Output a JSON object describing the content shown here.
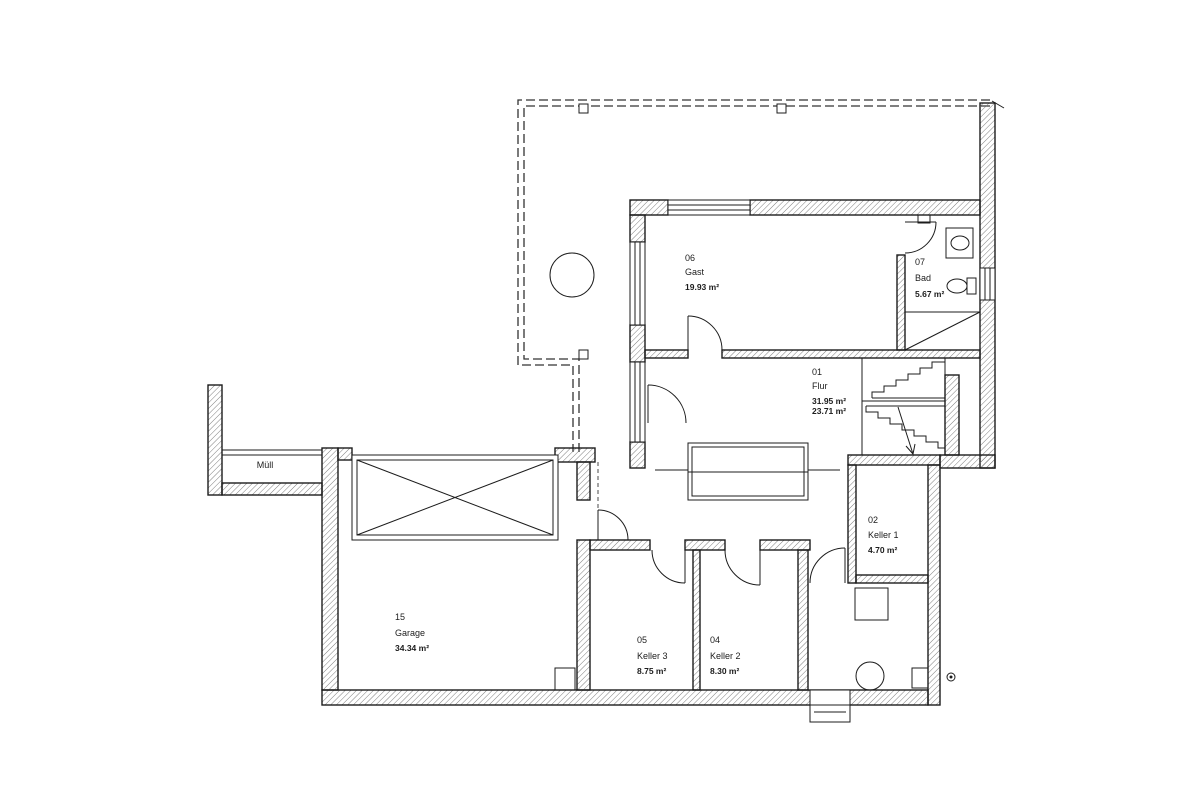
{
  "storage": {
    "label": "Müll"
  },
  "rooms": [
    {
      "number": "06",
      "name": "Gast",
      "area": "19.93 m²"
    },
    {
      "number": "07",
      "name": "Bad",
      "area": "5.67 m²"
    },
    {
      "number": "01",
      "name": "Flur",
      "area": "31.95 m²",
      "area_2": "23.71 m²"
    },
    {
      "number": "02",
      "name": "Keller 1",
      "area": "4.70 m²"
    },
    {
      "number": "15",
      "name": "Garage",
      "area": "34.34 m²"
    },
    {
      "number": "05",
      "name": "Keller 3",
      "area": "8.75 m²"
    },
    {
      "number": "04",
      "name": "Keller 2",
      "area": "8.30 m²"
    }
  ],
  "colors": {
    "line": "#1c1c1c",
    "hatch": "#707070",
    "dashed": "#333333",
    "background": "#ffffff"
  }
}
